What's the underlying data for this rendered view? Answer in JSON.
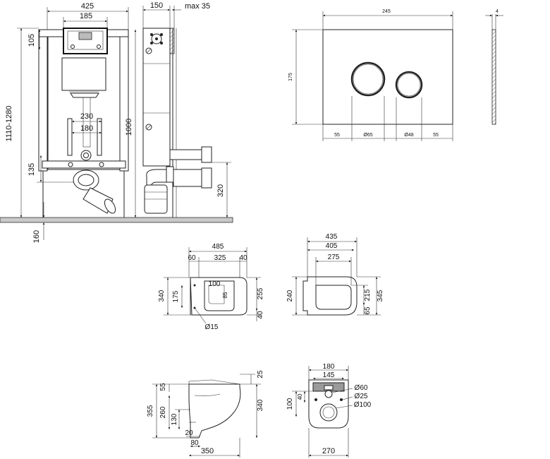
{
  "frame_dimensions": {
    "width_total": "425",
    "width_inner": "185",
    "top_offset": "105",
    "height_range": "1110-1280",
    "height_frame": "1000",
    "pipe_spacing_outer": "230",
    "pipe_spacing_inner": "180",
    "outlet_height": "135",
    "floor_offset": "160",
    "depth": "150",
    "depth_max": "max 35",
    "drain_height": "320"
  },
  "flush_plate": {
    "width": "245",
    "height": "175",
    "thickness": "4",
    "margin_left": "55",
    "button_large": "Ø65",
    "button_small": "Ø48",
    "margin_right": "55"
  },
  "bowl_side_mount": {
    "width_total": "485",
    "offset_left": "60",
    "width_mid": "325",
    "offset_right": "40",
    "height_total": "340",
    "height_mounting": "175",
    "inner_width": "100",
    "inner_depth": "85",
    "height_right": "255",
    "height_bottom": "40",
    "hole": "Ø15"
  },
  "bowl_top": {
    "width_total": "435",
    "width_mid": "405",
    "width_inner": "275",
    "height_left": "240",
    "height_inner": "215",
    "height_total": "345",
    "height_bottom": "65"
  },
  "bowl_profile": {
    "top_gap": "25",
    "height_55": "55",
    "height_total_left": "355",
    "height_260": "260",
    "height_130": "130",
    "height_total_right": "340",
    "height_20": "20",
    "height_80": "80",
    "depth": "350"
  },
  "bowl_back": {
    "width_top": "180",
    "width_holes": "145",
    "height_100": "100",
    "height_40": "40",
    "dia_60": "Ø60",
    "dia_25": "Ø25",
    "dia_100": "Ø100",
    "width_bottom": "270"
  }
}
